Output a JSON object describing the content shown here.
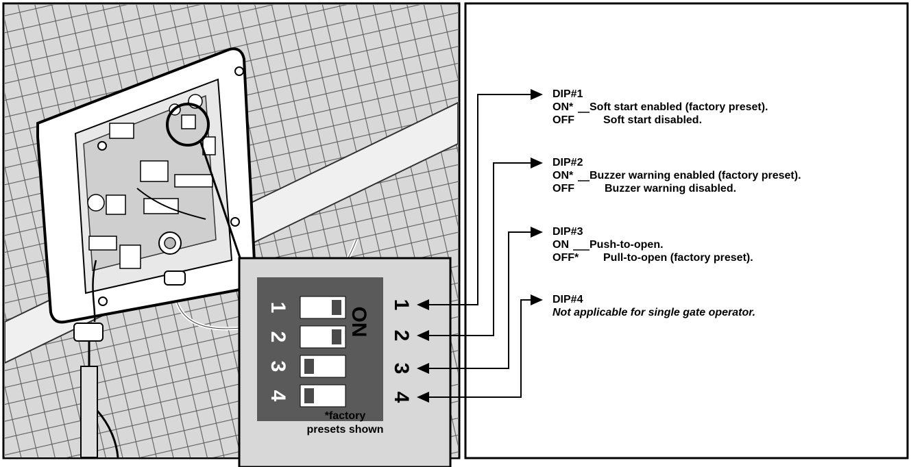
{
  "dip_switch": {
    "on_label": "ON",
    "switch_numbers": [
      "1",
      "2",
      "3",
      "4"
    ],
    "side_numbers": [
      "1",
      "2",
      "3",
      "4"
    ],
    "positions": [
      "ON",
      "ON",
      "OFF",
      "OFF"
    ],
    "caption_line1": "*factory",
    "caption_line2": "presets shown"
  },
  "settings": [
    {
      "title": "DIP#1",
      "on_prefix": "ON*",
      "on_text": "Soft start enabled (factory preset).",
      "off_prefix": "OFF",
      "off_text": "Soft start disabled."
    },
    {
      "title": "DIP#2",
      "on_prefix": "ON*",
      "on_text": "Buzzer warning enabled (factory preset).",
      "off_prefix": "OFF",
      "off_text": "Buzzer warning disabled."
    },
    {
      "title": "DIP#3",
      "on_prefix": "ON",
      "on_text": "Push-to-open.",
      "off_prefix": "OFF*",
      "off_text": "Pull-to-open (factory preset)."
    },
    {
      "title": "DIP#4",
      "note": "Not applicable for single gate operator."
    }
  ]
}
